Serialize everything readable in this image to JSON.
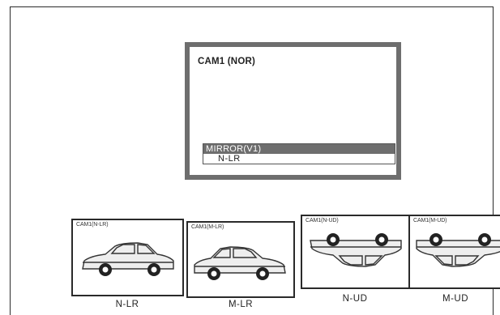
{
  "osd": {
    "title": "CAM1 (NOR)",
    "menu_header": "MIRROR(V1)",
    "menu_value": "N-LR"
  },
  "views": [
    {
      "label": "CAM1(N-LR)",
      "caption": "N-LR",
      "icon": "car-side-icon"
    },
    {
      "label": "CAM1(M-LR)",
      "caption": "M-LR",
      "icon": "car-side-mirrored-icon"
    },
    {
      "label": "CAM1(N-UD)",
      "caption": "N-UD",
      "icon": "car-upside-down-icon"
    },
    {
      "label": "CAM1(M-UD)",
      "caption": "M-UD",
      "icon": "car-upside-down-mirrored-icon"
    }
  ],
  "colors": {
    "osd_border": "#6e6e6e",
    "highlight": "#6e6e6e",
    "line": "#2a2a2a"
  }
}
